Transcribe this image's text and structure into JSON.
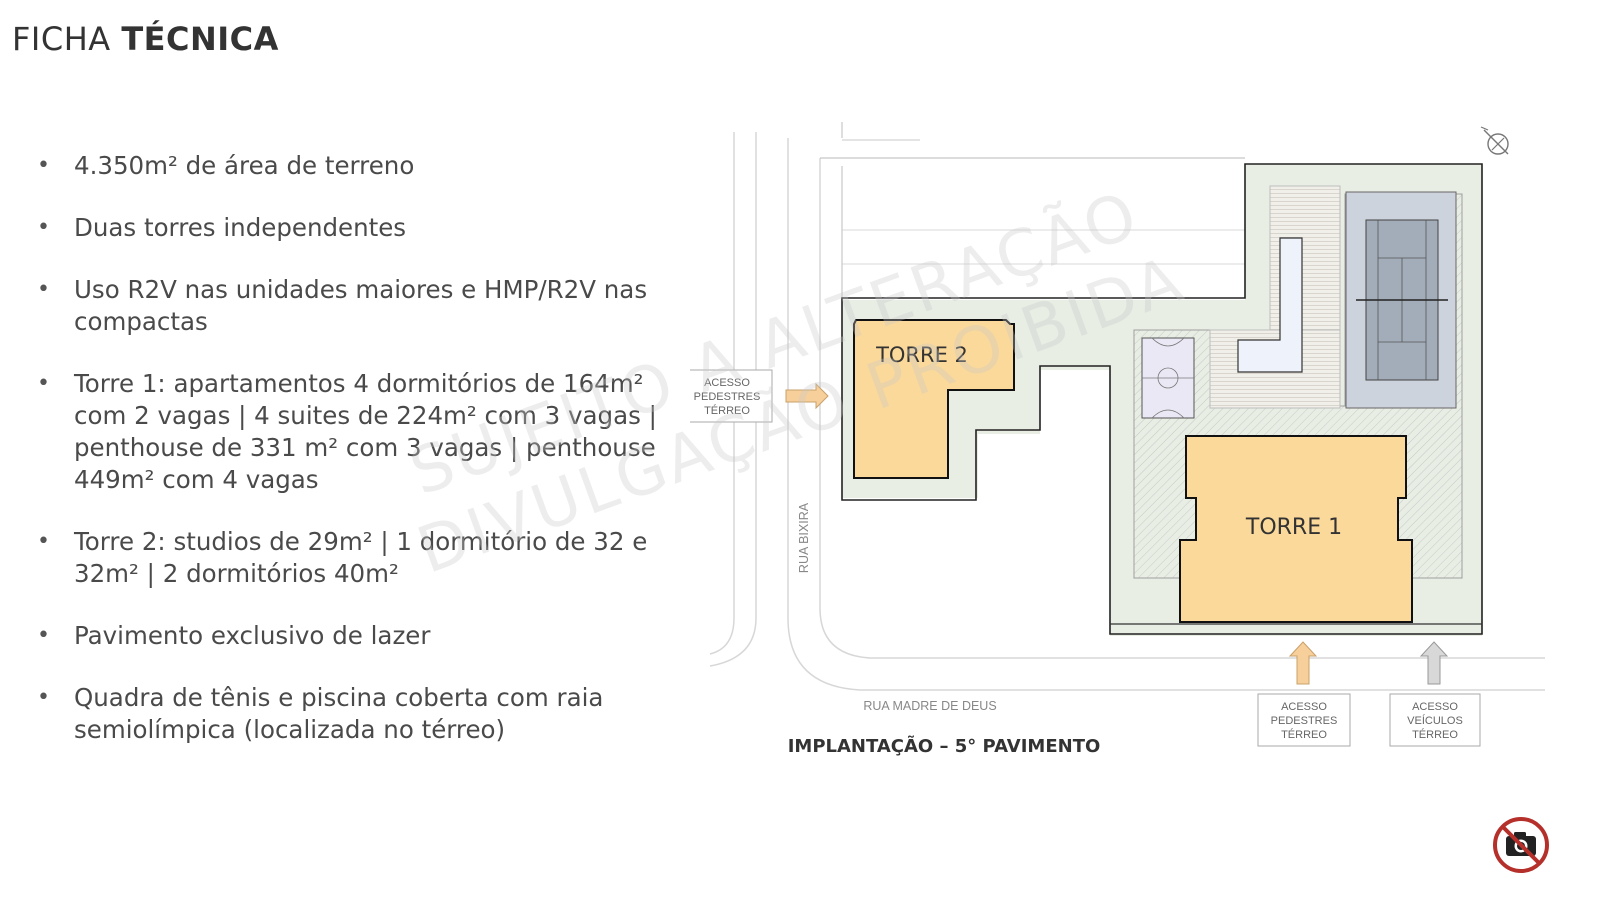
{
  "title": {
    "light": "FICHA",
    "bold": "TÉCNICA"
  },
  "bullets": [
    {
      "text": "4.350m² de área de terreno"
    },
    {
      "text": "Duas torres independentes"
    },
    {
      "text": "Uso R2V nas unidades maiores e HMP/R2V nas compactas"
    },
    {
      "text": "Torre 1: apartamentos 4 dormitórios de 164m² com 2 vagas | 4 suites de 224m² com 3 vagas | penthouse de 331 m² com 3 vagas | penthouse 449m² com 4 vagas"
    },
    {
      "text": "Torre 2: studios de 29m² | 1 dormitório de 32 e 32m² | 2 dormitórios 40m²"
    },
    {
      "text": "Pavimento exclusivo de lazer"
    },
    {
      "text": "Quadra de tênis e piscina coberta com raia semiolímpica (localizada no térreo)"
    }
  ],
  "plan": {
    "caption": "IMPLANTAÇÃO – 5° PAVIMENTO",
    "street_side": "RUA BIXIRA",
    "street_bottom": "RUA MADRE DE DEUS",
    "tower_1": "TORRE 1",
    "tower_2": "TORRE 2",
    "access_left": [
      "ACESSO",
      "PEDESTRES",
      "TÉRREO"
    ],
    "access_pedestrian": [
      "ACESSO",
      "PEDESTRES",
      "TÉRREO"
    ],
    "access_vehicles": [
      "ACESSO",
      "VEÍCULOS",
      "TÉRREO"
    ],
    "compass_icon": "north-arrow-icon"
  },
  "watermark": {
    "line1": "SUJEITO A ALTERAÇÃO",
    "line2": "DIVULGAÇÃO PROIBIDA"
  },
  "icons": {
    "no_photo": "no-camera-icon"
  },
  "colors": {
    "tower_fill": "#fbd99a",
    "garden": "#e8eee4",
    "court": "#a3adb9",
    "pool": "#eef2fa",
    "no_photo_red": "#b5302b"
  }
}
